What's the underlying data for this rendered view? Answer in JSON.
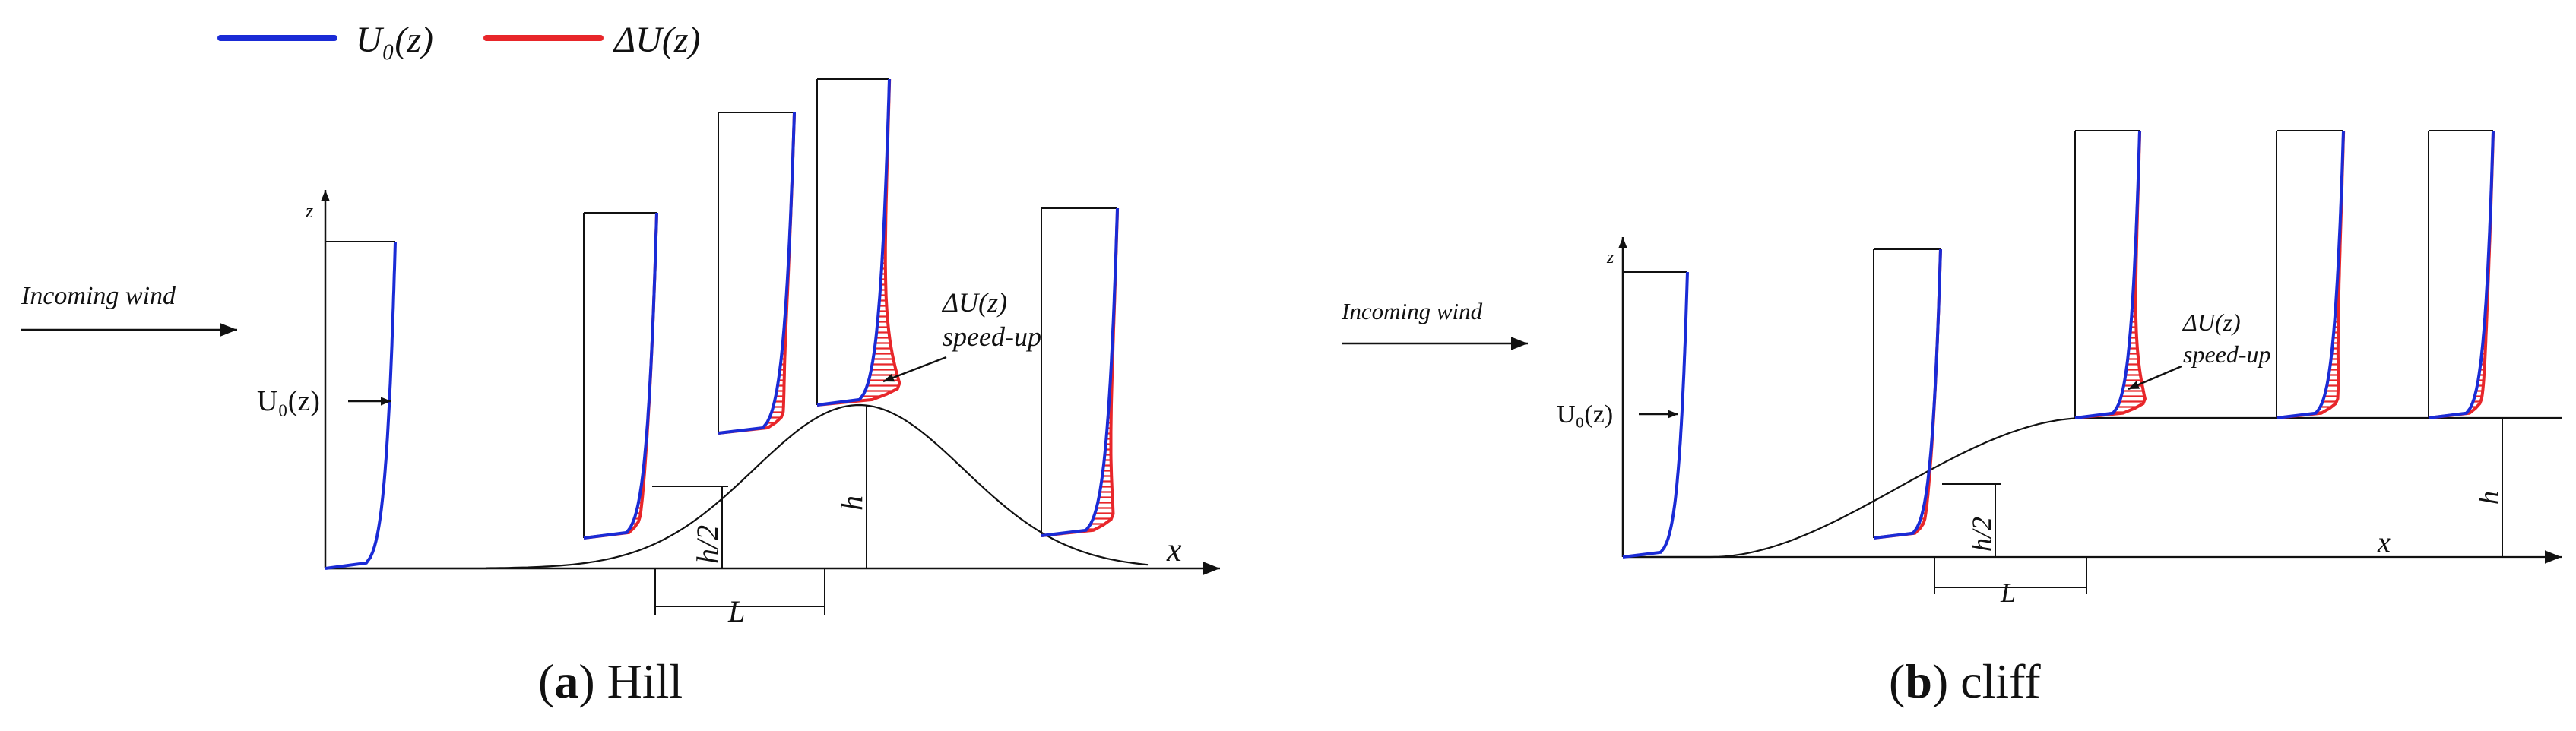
{
  "legend": {
    "u0_label": "U₀(z)",
    "du_label": "ΔU(z)",
    "u0_color": "#1a2bd6",
    "du_color": "#e8262a"
  },
  "hill": {
    "incoming_wind": "Incoming wind",
    "z_axis": "z",
    "x_axis": "x",
    "u0_annot": "U₀(z)",
    "du_annot": "ΔU(z)",
    "speedup": "speed-up",
    "half_h": "h/2",
    "h": "h",
    "L": "L",
    "caption_letter": "a",
    "caption_text": "Hill"
  },
  "cliff": {
    "incoming_wind": "Incoming wind",
    "z_axis": "z",
    "x_axis": "x",
    "u0_annot": "U₀(z)",
    "du_annot": "ΔU(z)",
    "speedup": "speed-up",
    "half_h": "h/2",
    "h": "h",
    "L": "L",
    "caption_letter": "b",
    "caption_text": "cliff"
  }
}
